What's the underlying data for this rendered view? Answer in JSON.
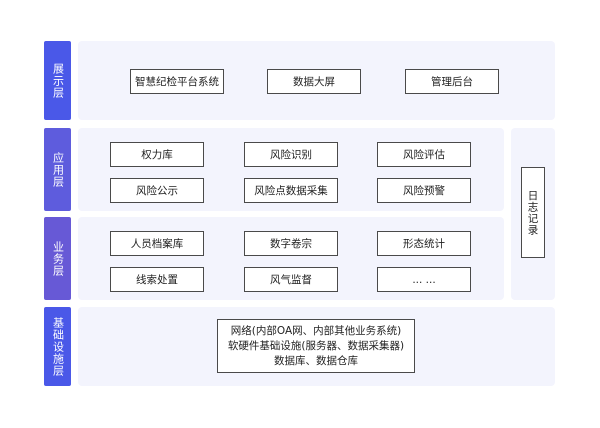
{
  "layers": {
    "presentation": {
      "label": "展示层",
      "color": "#4a58e8",
      "items": [
        "智慧纪检平台系统",
        "数据大屏",
        "管理后台"
      ]
    },
    "application": {
      "label": "应用层",
      "color": "#5e5cdd",
      "items": [
        "权力库",
        "风险识别",
        "风险评估",
        "风险公示",
        "风险点数据采集",
        "风险预警"
      ]
    },
    "business": {
      "label": "业务层",
      "color": "#6759d6",
      "items": [
        "人员档案库",
        "数字卷宗",
        "形态统计",
        "线索处置",
        "风气监督",
        "... ..."
      ]
    },
    "infrastructure": {
      "label": "基础设施层",
      "color": "#4a58e8",
      "lines": [
        "网络(内部OA网、内部其他业务系统)",
        "软硬件基础设施(服务器、数据采集器)",
        "数据库、数据仓库"
      ]
    }
  },
  "side": {
    "label": "日志记录"
  }
}
